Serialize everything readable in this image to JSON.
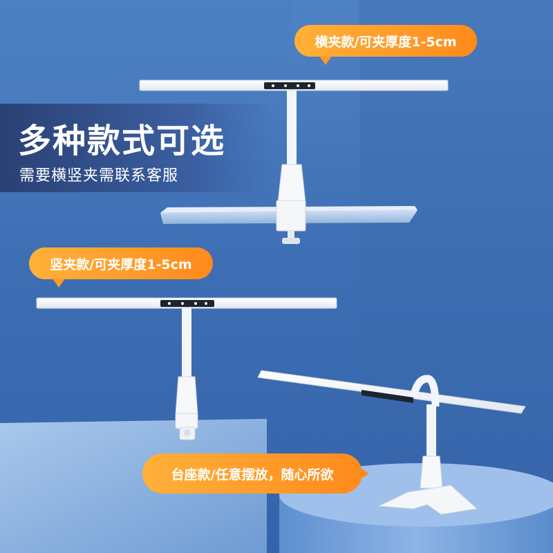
{
  "banner": {
    "title": "多种款式可选",
    "subtitle": "需要横竖夹需联系客服"
  },
  "callouts": {
    "horizontal_clamp": "横夹款/可夹厚度1-5cm",
    "vertical_clamp": "竖夹款/可夹厚度1-5cm",
    "base_stand": "台座款/任意摆放，随心所欲"
  },
  "colors": {
    "background_blue": "#3f6fb4",
    "light_blue": "#7fa7d8",
    "orange_accent": "#ff9a26",
    "lamp_white": "#ffffff"
  }
}
